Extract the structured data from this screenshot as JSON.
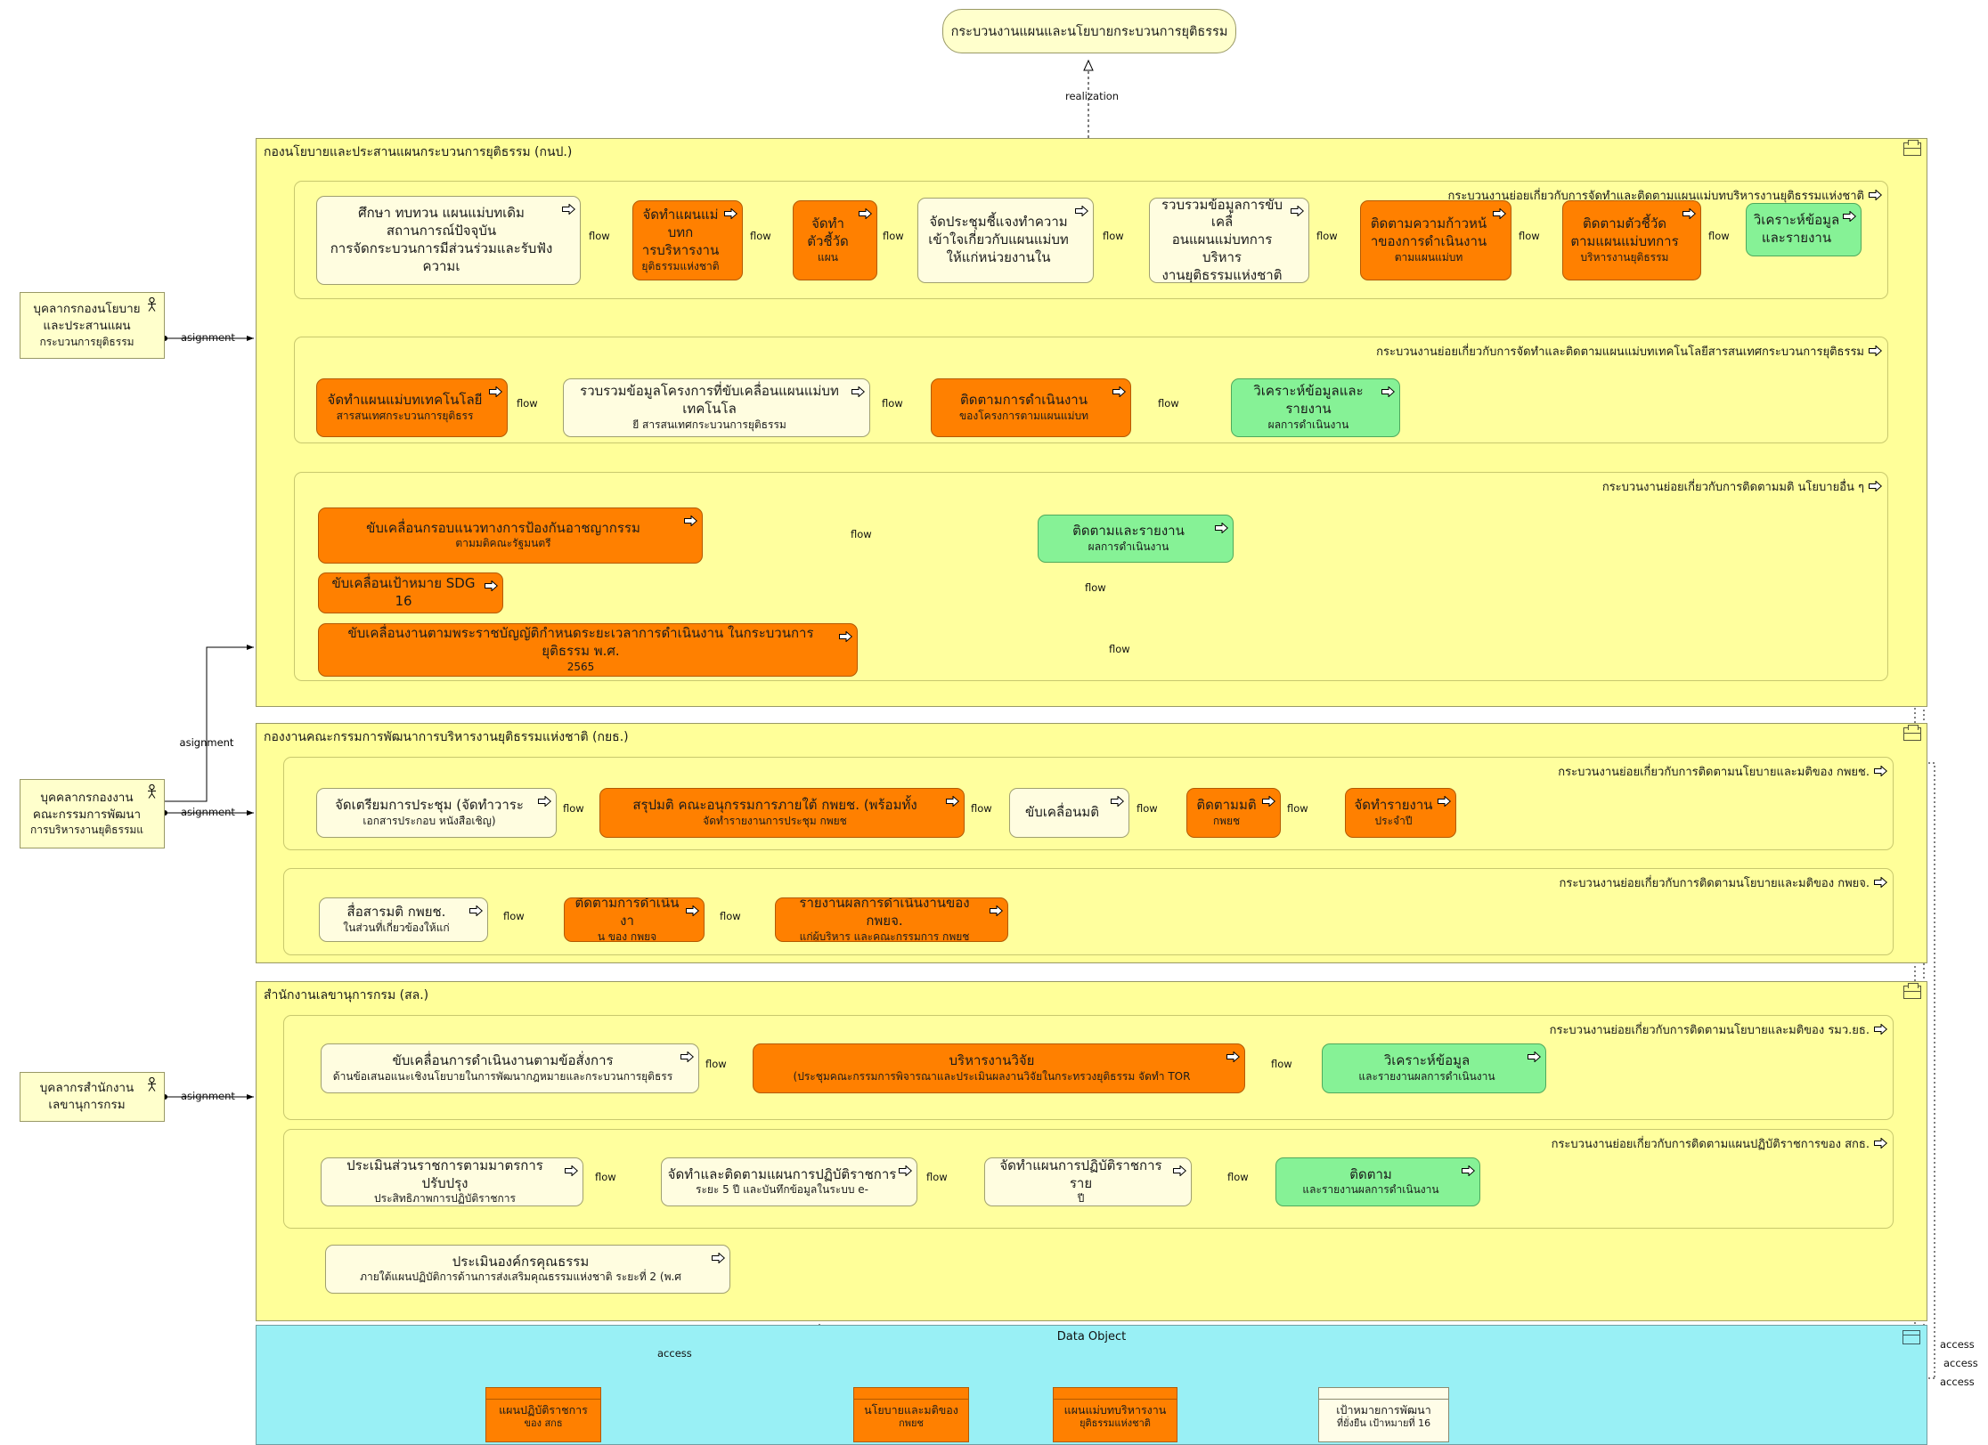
{
  "diagram": {
    "title": "กระบวนงานแผนและนโยบายกระบวนการยุติธรรม",
    "realization_label": "realization",
    "flow_label": "flow",
    "assignment_label": "asignment",
    "access_label": "access",
    "colors": {
      "group_fill": "#ffff99",
      "subgroup_fill": "#ffff9e",
      "process_orange": "#ff8000",
      "process_cream": "#fffde0",
      "process_green": "#86f296",
      "actor_fill": "#ffffcc",
      "data_layer_fill": "#99f0f5"
    }
  },
  "actors": [
    {
      "id": "actor-knp",
      "lines": [
        "บุคลากรกองนโยบาย",
        "และประสานแผน",
        "กระบวนการยุติธรรม"
      ]
    },
    {
      "id": "actor-kyt",
      "lines": [
        "บุคคลากรกองงาน",
        "คณะกรรมการพัฒนา",
        "การบริหารงานยุติธรรมแ"
      ]
    },
    {
      "id": "actor-sl",
      "lines": [
        "บุคลากรสำนักงาน",
        "เลขานุการกรม"
      ]
    }
  ],
  "groups": [
    {
      "id": "group-knp",
      "label": "กองนโยบายและประสานแผนกระบวนการยุติธรรม (กนป.)",
      "subgroups": [
        {
          "id": "sub-masterplan",
          "label": "กระบวนงานย่อยเกี่ยวกับการจัดทำและติดตามแผนแม่บทบริหารงานยุติธรรมแห่งชาติ",
          "nodes": [
            {
              "id": "p-study",
              "kind": "cream",
              "lines": [
                "ศึกษา ทบทวน แผนแม่บทเดิม",
                "สถานการณ์ปัจจุบัน",
                "การจัดกระบวนการมีส่วนร่วมและรับฟังความเ"
              ]
            },
            {
              "id": "p-makeplan",
              "kind": "orange",
              "lines": [
                "จัดทำแผนแม่บทก",
                "ารบริหารงาน",
                "ยุติธรรมแห่งชาติ"
              ]
            },
            {
              "id": "p-makekpi",
              "kind": "orange",
              "lines": [
                "จัดทำ",
                "ตัวชี้วัด",
                "แผน"
              ]
            },
            {
              "id": "p-meeting",
              "kind": "cream",
              "lines": [
                "จัดประชุมชี้แจงทำความ",
                "เข้าใจเกี่ยวกับแผนแม่บท",
                "ให้แก่หน่วยงานใน"
              ]
            },
            {
              "id": "p-collect",
              "kind": "cream",
              "lines": [
                "รวบรวมข้อมูลการขับเคลื่",
                "อนแผนแม่บทการบริหาร",
                "งานยุติธรรมแห่งชาติ"
              ]
            },
            {
              "id": "p-progress",
              "kind": "orange",
              "lines": [
                "ติดตามความก้าวหน้",
                "าของการดำเนินงาน",
                "ตามแผนแม่บท"
              ]
            },
            {
              "id": "p-trackkpi",
              "kind": "orange",
              "lines": [
                "ติดตามตัวชี้วัด",
                "ตามแผนแม่บทการ",
                "บริหารงานยุติธรรม"
              ]
            },
            {
              "id": "p-analyze1",
              "kind": "green",
              "lines": [
                "วิเคราะห์ข้อมูล",
                "และรายงาน"
              ]
            }
          ]
        },
        {
          "id": "sub-techplan",
          "label": "กระบวนงานย่อยเกี่ยวกับการจัดทำและติดตามแผนแม่บทเทคโนโลยีสารสนเทศกระบวนการยุติธรรม",
          "nodes": [
            {
              "id": "p-techplan",
              "kind": "orange",
              "lines": [
                "จัดทำแผนแม่บทเทคโนโลยี",
                "สารสนเทศกระบวนการยุติธรร"
              ]
            },
            {
              "id": "p-techdata",
              "kind": "cream",
              "lines": [
                "รวบรวมข้อมูลโครงการที่ขับเคลื่อนแผนแม่บทเทคโนโล",
                "ยี สารสนเทศกระบวนการยุติธรรม"
              ]
            },
            {
              "id": "p-techtrack",
              "kind": "orange",
              "lines": [
                "ติดตามการดำเนินงาน",
                "ของโครงการตามแผนแม่บท"
              ]
            },
            {
              "id": "p-techanaly",
              "kind": "green",
              "lines": [
                "วิเคราะห์ข้อมูลและรายงาน",
                "ผลการดำเนินงาน"
              ]
            }
          ]
        },
        {
          "id": "sub-otherpolicy",
          "label": "กระบวนงานย่อยเกี่ยวกับการติดตามมติ นโยบายอื่น ๆ",
          "nodes": [
            {
              "id": "p-crime",
              "kind": "orange",
              "lines": [
                "ขับเคลื่อนกรอบแนวทางการป้องกันอาชญากรรม",
                "ตามมติคณะรัฐมนตรี"
              ]
            },
            {
              "id": "p-sdg16",
              "kind": "orange",
              "lines": [
                "ขับเคลื่อนเป้าหมาย SDG 16"
              ]
            },
            {
              "id": "p-act2565",
              "kind": "orange",
              "lines": [
                "ขับเคลื่อนงานตามพระราชบัญญัติกำหนดระยะเวลาการดำเนินงาน ในกระบวนการยุติธรรม พ.ศ.",
                "2565"
              ]
            },
            {
              "id": "p-trackrep",
              "kind": "green",
              "lines": [
                "ติดตามและรายงาน",
                "ผลการดำเนินงาน"
              ]
            }
          ]
        }
      ]
    },
    {
      "id": "group-kyt",
      "label": "กองงานคณะกรรมการพัฒนาการบริหารงานยุติธรรมแห่งชาติ (กยธ.)",
      "subgroups": [
        {
          "id": "sub-kpyc",
          "label": "กระบวนงานย่อยเกี่ยวกับการติดตามนโยบายและมติของ กพยช.",
          "nodes": [
            {
              "id": "p-prepmeet",
              "kind": "cream",
              "lines": [
                "จัดเตรียมการประชุม (จัดทำวาระ",
                "เอกสารประกอบ หนังสือเชิญ)"
              ]
            },
            {
              "id": "p-summary",
              "kind": "orange",
              "lines": [
                "สรุปมติ คณะอนุกรรมการภายใต้ กพยช. (พร้อมทั้ง",
                "จัดทำรายงานการประชุม กพยช"
              ]
            },
            {
              "id": "p-drivemoti",
              "kind": "cream",
              "lines": [
                "ขับเคลื่อนมติ"
              ]
            },
            {
              "id": "p-trackmoti",
              "kind": "orange",
              "lines": [
                "ติดตามมติ",
                "กพยช"
              ]
            },
            {
              "id": "p-annualrep",
              "kind": "orange",
              "lines": [
                "จัดทำรายงาน",
                "ประจำปี"
              ]
            }
          ]
        },
        {
          "id": "sub-kpyj",
          "label": "กระบวนงานย่อยเกี่ยวกับการติดตามนโยบายและมติของ กพยจ.",
          "nodes": [
            {
              "id": "p-commmoti",
              "kind": "cream",
              "lines": [
                "สื่อสารมติ กพยช.",
                "ในส่วนที่เกี่ยวข้องให้แก่"
              ]
            },
            {
              "id": "p-trackopj",
              "kind": "orange",
              "lines": [
                "ติดตามการดำเนินงา",
                "น ของ กพยจ"
              ]
            },
            {
              "id": "p-reportpj",
              "kind": "orange",
              "lines": [
                "รายงานผลการดำเนินงานของ กพยจ.",
                "แก่ผู้บริหาร และคณะกรรมการ กพยช"
              ]
            }
          ]
        }
      ]
    },
    {
      "id": "group-sl",
      "label": "สำนักงานเลขานุการกรม (สล.)",
      "subgroups": [
        {
          "id": "sub-minister",
          "label": "กระบวนงานย่อยเกี่ยวกับการติดตามนโยบายและมติของ รมว.ยธ.",
          "nodes": [
            {
              "id": "p-order",
              "kind": "cream",
              "lines": [
                "ขับเคลื่อนการดำเนินงานตามข้อสั่งการ",
                "ด้านข้อเสนอแนะเชิงนโยบายในการพัฒนากฎหมายและกระบวนการยุติธรร"
              ]
            },
            {
              "id": "p-research",
              "kind": "orange",
              "lines": [
                "บริหารงานวิจัย",
                "(ประชุมคณะกรรมการพิจารณาและประเมินผลงานวิจัยในกระทรวงยุติธรรม จัดทำ TOR"
              ]
            },
            {
              "id": "p-analyze2",
              "kind": "green",
              "lines": [
                "วิเคราะห์ข้อมูล",
                "และรายงานผลการดำเนินงาน"
              ]
            }
          ]
        },
        {
          "id": "sub-actionplan",
          "label": "กระบวนงานย่อยเกี่ยวกับการติดตามแผนปฏิบัติราชการของ สกธ.",
          "nodes": [
            {
              "id": "p-evaluate",
              "kind": "cream",
              "lines": [
                "ประเมินส่วนราชการตามมาตรการปรับปรุง",
                "ประสิทธิภาพการปฏิบัติราชการ"
              ]
            },
            {
              "id": "p-makeplan5",
              "kind": "cream",
              "lines": [
                "จัดทำและติดตามแผนการปฏิบัติราชการ",
                "ระยะ 5 ปี และบันทึกข้อมูลในระบบ e-"
              ]
            },
            {
              "id": "p-annualplan",
              "kind": "cream",
              "lines": [
                "จัดทำแผนการปฏิบัติราชการราย",
                "ปี"
              ]
            },
            {
              "id": "p-trackrep2",
              "kind": "green",
              "lines": [
                "ติดตาม",
                "และรายงานผลการดำเนินงาน"
              ]
            }
          ]
        }
      ],
      "loose_nodes": [
        {
          "id": "p-moral",
          "kind": "cream",
          "lines": [
            "ประเมินองค์กรคุณธรรม",
            "ภายใต้แผนปฏิบัติการด้านการส่งเสริมคุณธรรมแห่งชาติ ระยะที่ 2 (พ.ศ"
          ]
        }
      ]
    }
  ],
  "data_layer": {
    "label": "Data Object",
    "objects": [
      {
        "id": "do-actionplan",
        "kind": "orange",
        "lines": [
          "แผนปฏิบัติราชการ",
          "ของ สกธ"
        ]
      },
      {
        "id": "do-policy",
        "kind": "orange",
        "lines": [
          "นโยบายและมติของ",
          "กพยช"
        ]
      },
      {
        "id": "do-masterplan",
        "kind": "orange",
        "lines": [
          "แผนแม่บทบริหารงาน",
          "ยุติธรรมแห่งชาติ"
        ]
      },
      {
        "id": "do-sdg",
        "kind": "plain",
        "lines": [
          "เป้าหมายการพัฒนา",
          "ที่ยั่งยืน เป้าหมายที่ 16"
        ]
      }
    ]
  }
}
